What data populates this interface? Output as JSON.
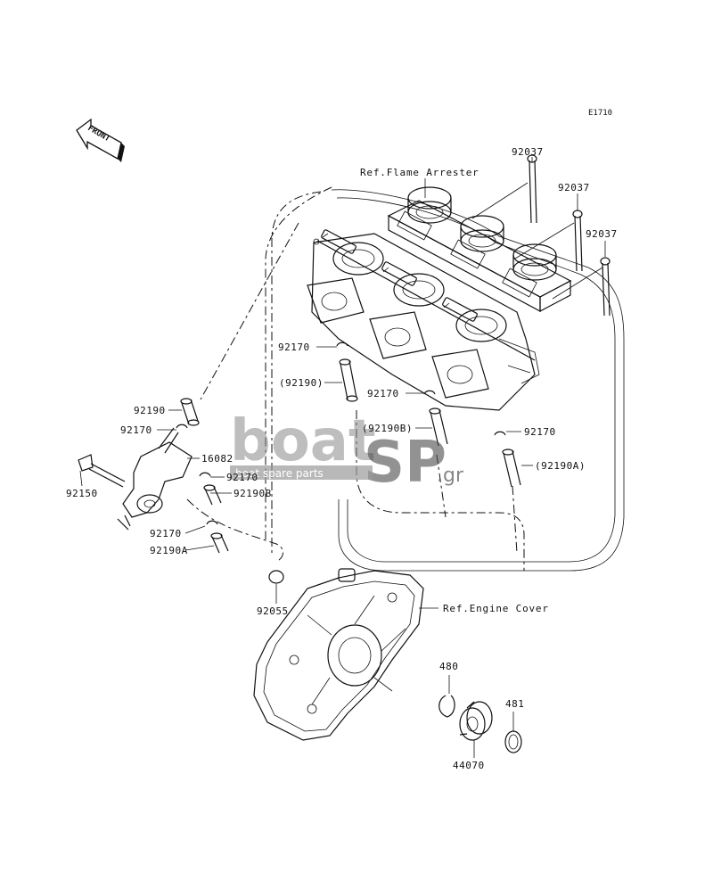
{
  "diagram_code": "E1710",
  "front_label": "FRONT",
  "refs": {
    "flame_arrester": "Ref.Flame Arrester",
    "engine_cover": "Ref.Engine Cover"
  },
  "parts": {
    "bolt_a": "92037",
    "bolt_b": "92037",
    "bolt_c": "92037",
    "clamp_top_left": "92170",
    "hose_top_left": "(92190)",
    "clamp_top_mid": "92170",
    "hose_b_mid": "(92190B)",
    "clamp_top_right": "92170",
    "hose_a_right": "(92190A)",
    "hose_left": "92190",
    "clamp_left": "92170",
    "pump": "16082",
    "screw": "92150",
    "clamp_left_mid": "92170",
    "hose_b_left": "92190B",
    "clamp_left_low": "92170",
    "hose_a_left": "92190A",
    "o_ring": "92055",
    "circlip": "480",
    "seal_right": "481",
    "bearing": "44070"
  },
  "watermark": {
    "brand_a": "boat",
    "brand_b": "SP",
    "suffix": ".gr",
    "tagline": "boat spare parts"
  }
}
